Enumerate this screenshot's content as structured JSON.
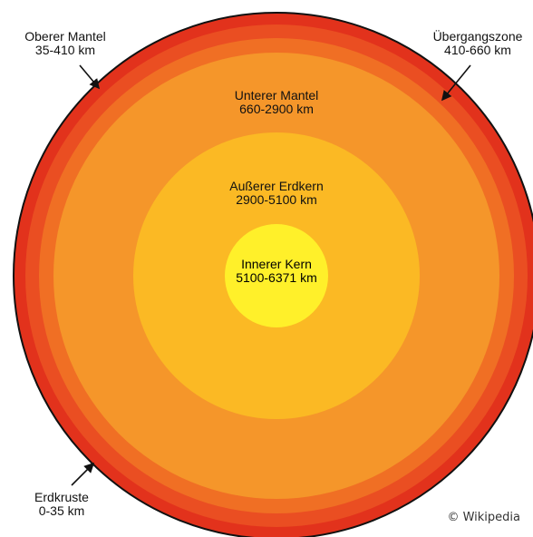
{
  "layers": [
    {
      "name": "Erdkruste",
      "range": "0-35 km",
      "color": "#e2321c"
    },
    {
      "name": "Oberer Mantel",
      "range": "35-410 km",
      "color": "#ea4e22"
    },
    {
      "name": "Übergangszone",
      "range": "410-660 km",
      "color": "#f06f24"
    },
    {
      "name": "Unterer Mantel",
      "range": "660-2900 km",
      "color": "#f5962a"
    },
    {
      "name": "Außerer Erdkern",
      "range": "2900-5100 km",
      "color": "#fbb924"
    },
    {
      "name": "Innerer Kern",
      "range": "5100-6371 km",
      "color": "#fff02a"
    }
  ],
  "credit": "© Wikipedia"
}
